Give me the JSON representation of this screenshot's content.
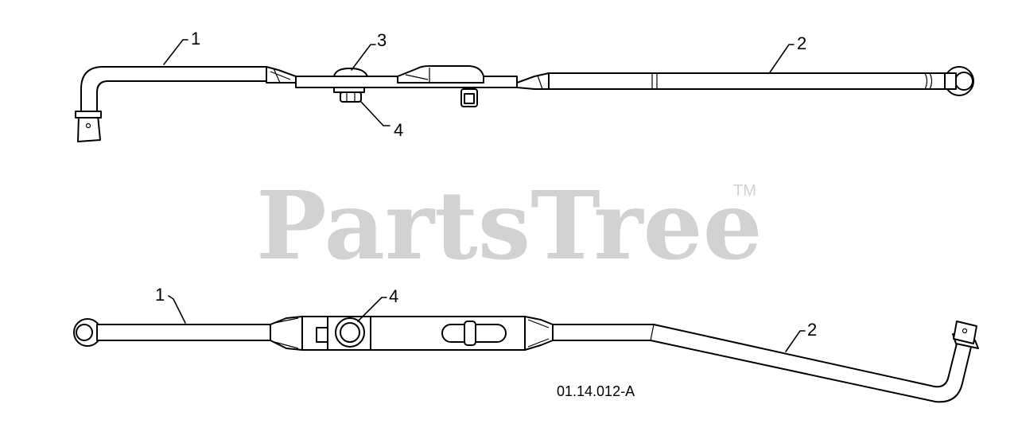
{
  "watermark": {
    "brand": "PartsTree",
    "trademark": "TM"
  },
  "drawing_number": "01.14.012-A",
  "callouts": {
    "top_rod_1": "1",
    "top_rod_2": "2",
    "top_bolt_3": "3",
    "top_nut_4": "4",
    "bottom_rod_1": "1",
    "bottom_nut_4": "4",
    "bottom_rod_2": "2"
  },
  "colors": {
    "line": "#000000",
    "watermark": "#d2d2d2",
    "background": "#ffffff"
  }
}
